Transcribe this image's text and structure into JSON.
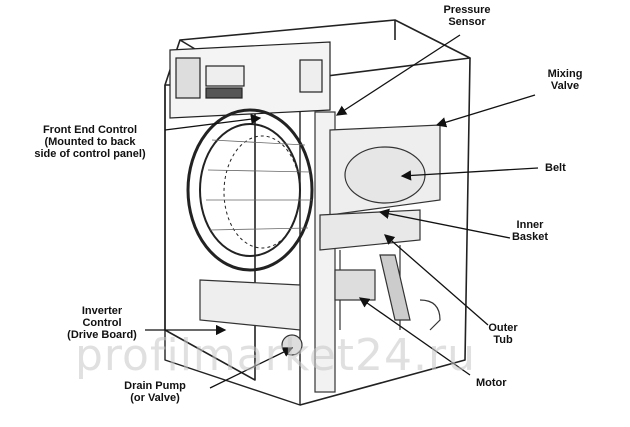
{
  "labels": {
    "pressure_sensor": "Pressure\nSensor",
    "mixing_valve": "Mixing\nValve",
    "front_end_control": "Front End Control\n(Mounted to back\nside of control panel)",
    "belt": "Belt",
    "inner_basket": "Inner\nBasket",
    "inverter_control": "Inverter\nControl\n(Drive Board)",
    "outer_tub": "Outer\nTub",
    "motor": "Motor",
    "drain_pump": "Drain Pump\n(or Valve)"
  },
  "watermark": "profilmarket24.ru",
  "colors": {
    "line": "#111111",
    "label": "#111111",
    "watermark": "#c8c8c8"
  }
}
